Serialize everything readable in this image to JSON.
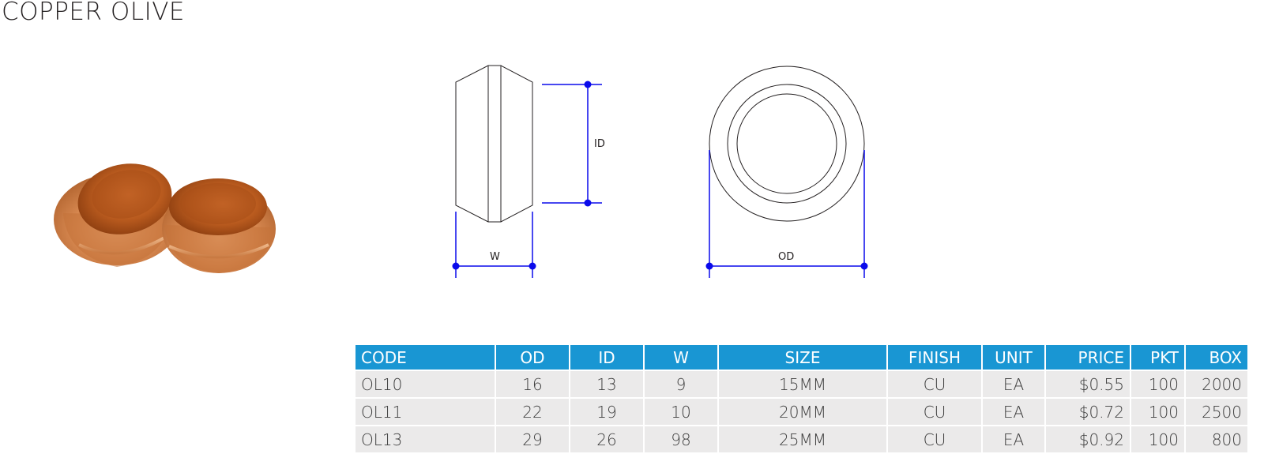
{
  "title": "COPPER OLIVE",
  "image": {
    "subject": "two copper compression olives"
  },
  "diagram": {
    "labels": {
      "id": "ID",
      "w": "W",
      "od": "OD"
    },
    "line_color": "#231f20",
    "dimension_color": "#0a0aeb"
  },
  "table": {
    "header_color": "#1996d3",
    "row_color": "#ebeaea",
    "headers": {
      "code": "CODE",
      "od": "OD",
      "id": "ID",
      "w": "W",
      "size": "SIZE",
      "finish": "FINISH",
      "unit": "UNIT",
      "price": "PRICE",
      "pkt": "PKT",
      "box": "BOX"
    },
    "rows": [
      {
        "code": "OL10",
        "od": "16",
        "id": "13",
        "w": "9",
        "size": "15MM",
        "finish": "CU",
        "unit": "EA",
        "price": "$0.55",
        "pkt": "100",
        "box": "2000"
      },
      {
        "code": "OL11",
        "od": "22",
        "id": "19",
        "w": "10",
        "size": "20MM",
        "finish": "CU",
        "unit": "EA",
        "price": "$0.72",
        "pkt": "100",
        "box": "2500"
      },
      {
        "code": "OL13",
        "od": "29",
        "id": "26",
        "w": "98",
        "size": "25MM",
        "finish": "CU",
        "unit": "EA",
        "price": "$0.92",
        "pkt": "100",
        "box": "800"
      }
    ]
  }
}
